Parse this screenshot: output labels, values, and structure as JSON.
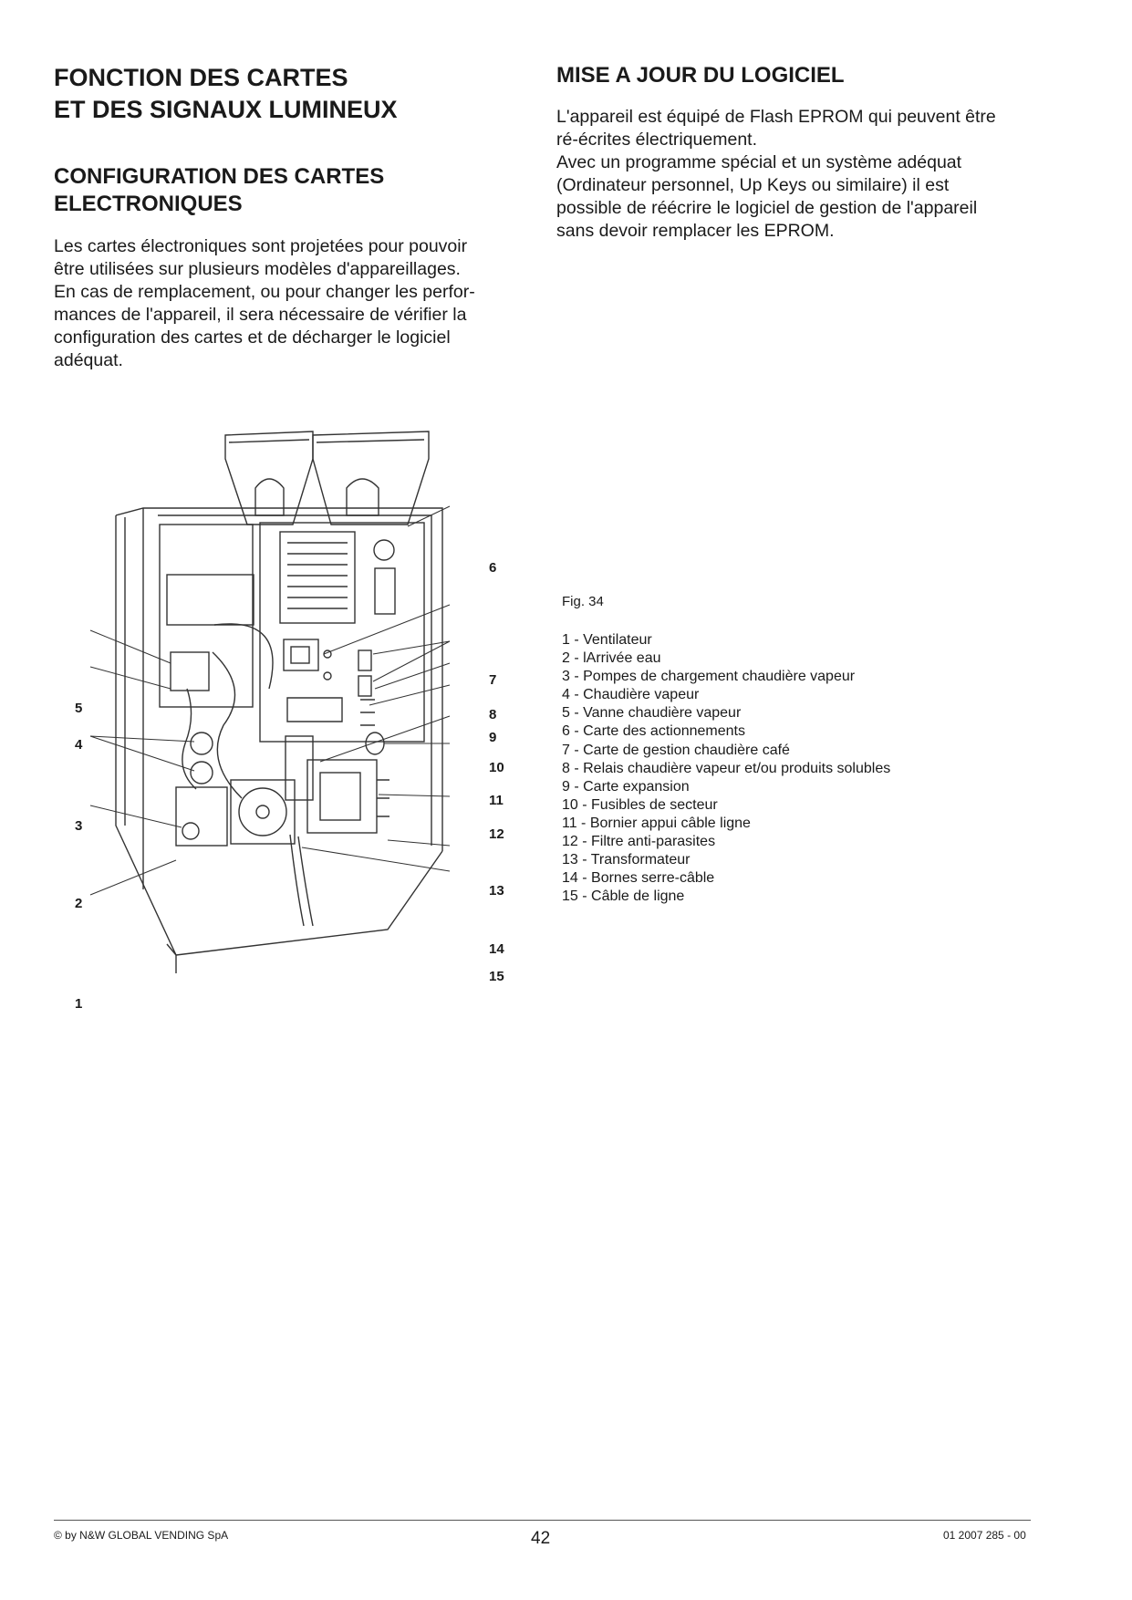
{
  "left": {
    "title_lines": [
      "FONCTION DES CARTES",
      "ET DES SIGNAUX LUMINEUX"
    ],
    "subtitle_lines": [
      "CONFIGURATION  DES CARTES",
      "ELECTRONIQUES"
    ],
    "paragraph_lines": [
      "Les cartes électroniques sont projetées pour pouvoir",
      "être utilisées sur plusieurs modèles d'appareillages.",
      "En cas de remplacement, ou pour changer les perfor-",
      "mances de l'appareil, il sera nécessaire de vérifier la",
      "configuration des cartes et de décharger le logiciel",
      "adéquat."
    ]
  },
  "right": {
    "title": "MISE A JOUR DU LOGICIEL",
    "paragraph_lines": [
      "L'appareil est équipé de Flash EPROM qui peuvent être",
      "ré-écrites électriquement.",
      "Avec un programme spécial et un système adéquat",
      "(Ordinateur personnel, Up Keys ou similaire) il est",
      "possible de réécrire le logiciel de gestion de l'appareil",
      "sans devoir remplacer les EPROM."
    ]
  },
  "figure": {
    "label": "Fig. 34",
    "callouts": [
      "1",
      "2",
      "3",
      "4",
      "5",
      "6",
      "7",
      "8",
      "9",
      "10",
      "11",
      "12",
      "13",
      "14",
      "15"
    ],
    "legend": [
      "1   - Ventilateur",
      "2   - lArrivée eau",
      "3   - Pompes de chargement chaudière vapeur",
      "4   - Chaudière vapeur",
      "5   - Vanne chaudière vapeur",
      "6   - Carte des actionnements",
      "7   - Carte de gestion chaudière café",
      "8   - Relais chaudière vapeur et/ou produits solubles",
      "9   - Carte expansion",
      "10 - Fusibles de secteur",
      "11 - Bornier appui câble ligne",
      "12 - Filtre anti-parasites",
      "13 - Transformateur",
      "14 - Bornes serre-câble",
      "15 - Câble de ligne"
    ]
  },
  "footer": {
    "copyright": "© by N&W GLOBAL VENDING SpA",
    "page_number": "42",
    "doc_code": "01 2007 285 - 00"
  }
}
